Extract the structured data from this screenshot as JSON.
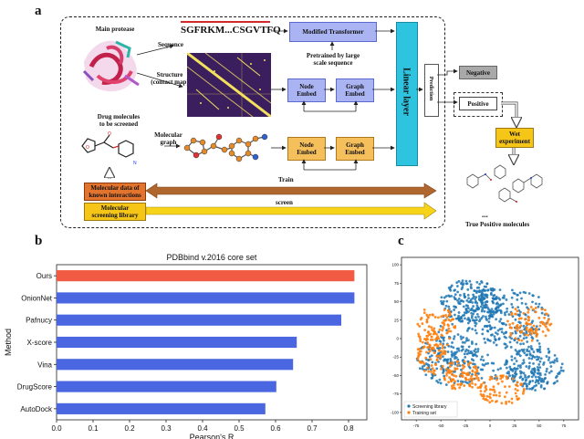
{
  "panel_a": {
    "label": "a",
    "main_protease": "Main protease",
    "sequence_label": "Sequence",
    "sequence_text": "SGFRKM...CSGVTFQ",
    "structure_label": "Structure\n(contact map)",
    "drug_molecules": "Drug molecules\nto be screened",
    "molecular_graph": "Molecular\ngraph",
    "modified_transformer": "Modified  Transformer",
    "pretrained": "Pretrained by large\nscale sequence",
    "node_embed_1": "Node\nEmbed",
    "graph_embed_1": "Graph\nEmbed",
    "node_embed_2": "Node\nEmbed",
    "graph_embed_2": "Graph\nEmbed",
    "linear_layer": "Linear layer",
    "prediction": "Prediction",
    "negative": "Negative",
    "positive": "Positive",
    "wet_experiment": "Wet\nexperiment",
    "dots": "...",
    "true_positive": "True Positive molecules",
    "molecular_data": "Molecular data of\nknown interactions",
    "screening_library": "Molecular\nscreening library",
    "train": "Train",
    "screen": "screen",
    "colors": {
      "transformer_fill": "#aab4f3",
      "embed_fill": "#f5bf5c",
      "linear_fill": "#2ec3df",
      "train_arrow": "#b0672e",
      "screen_arrow": "#f7d31a",
      "molecular_data_fill": "#e2742e",
      "screening_fill": "#f5c518",
      "wet_fill": "#f5c518",
      "negative_fill": "#a9a9a9"
    }
  },
  "panel_b": {
    "label": "b",
    "chart_data": {
      "type": "bar",
      "orientation": "horizontal",
      "title": "PDBbind v.2016 core set",
      "xlabel": "Pearson's R",
      "ylabel": "Method",
      "categories": [
        "Ours",
        "OnionNet",
        "Pafnucy",
        "X-score",
        "Vina",
        "DrugScore",
        "AutoDock"
      ],
      "values": [
        0.816,
        0.816,
        0.78,
        0.658,
        0.648,
        0.602,
        0.572
      ],
      "highlight": "Ours",
      "highlight_color": "#f25b43",
      "bar_color": "#4a66e0",
      "xlim": [
        0,
        0.85
      ],
      "xticks": [
        "0.0",
        "0.1",
        "0.2",
        "0.3",
        "0.4",
        "0.5",
        "0.6",
        "0.7",
        "0.8"
      ],
      "grid": false
    }
  },
  "panel_c": {
    "label": "c",
    "chart_data": {
      "type": "scatter",
      "xticks": [
        "-75",
        "-50",
        "-25",
        "0",
        "25",
        "50",
        "75"
      ],
      "yticks": [
        "100",
        "75",
        "50",
        "25",
        "0",
        "-25",
        "-50",
        "-75",
        "-100"
      ],
      "xlim": [
        -90,
        90
      ],
      "ylim": [
        -110,
        110
      ],
      "legend_position": "bottom-left",
      "series": [
        {
          "name": "Screening library",
          "color": "#1f77b4"
        },
        {
          "name": "Training set",
          "color": "#ff7f0e"
        }
      ]
    }
  }
}
